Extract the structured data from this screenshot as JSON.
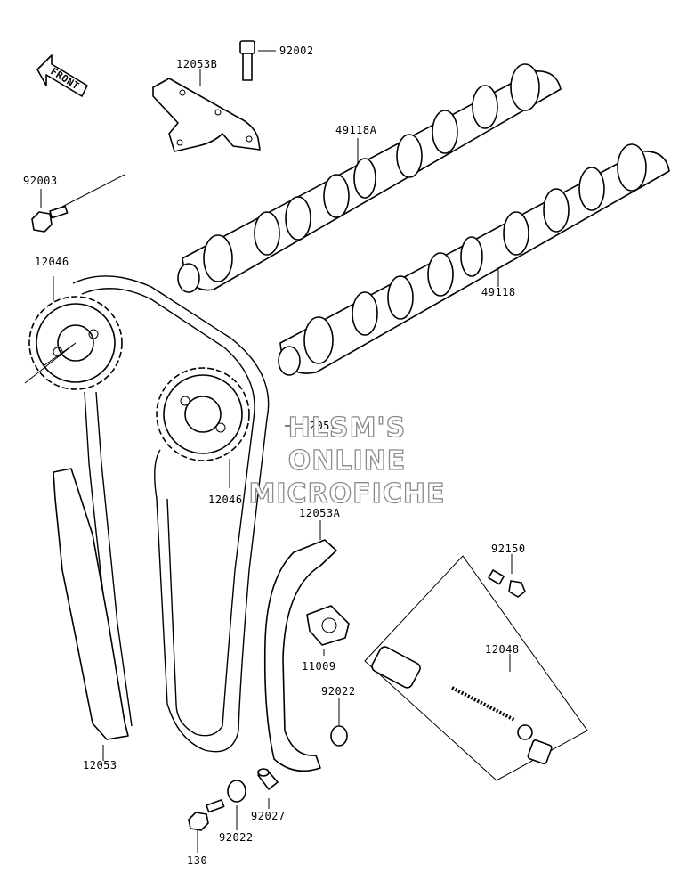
{
  "front_badge": "FRONT",
  "watermark": [
    "HLSM'S",
    "ONLINE",
    "MICROFICHE"
  ],
  "parts": [
    {
      "id": "92002"
    },
    {
      "id": "12053B"
    },
    {
      "id": "49118A"
    },
    {
      "id": "92003"
    },
    {
      "id": "12046"
    },
    {
      "id": "49118"
    },
    {
      "id": "92057"
    },
    {
      "id": "12046"
    },
    {
      "id": "12053A"
    },
    {
      "id": "92150"
    },
    {
      "id": "11009"
    },
    {
      "id": "12048"
    },
    {
      "id": "92022"
    },
    {
      "id": "12053"
    },
    {
      "id": "92027"
    },
    {
      "id": "92022"
    },
    {
      "id": "130"
    }
  ]
}
